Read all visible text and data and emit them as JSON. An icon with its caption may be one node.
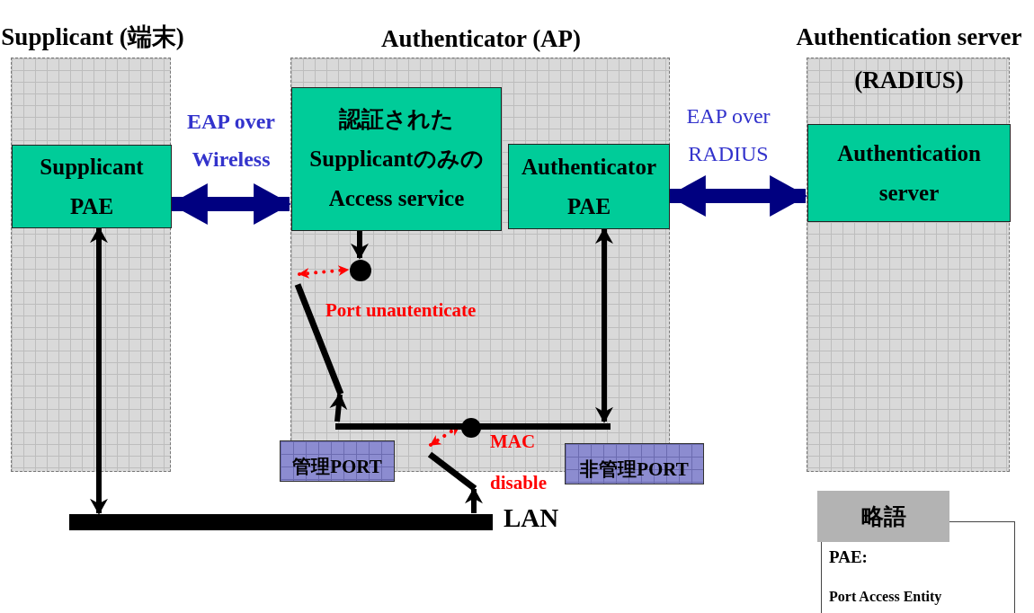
{
  "diagram": {
    "nodes": [
      {
        "text": [
          "Supplicant (端末)"
        ]
      },
      {
        "text": [
          "Authenticator (AP)"
        ]
      },
      {
        "text": [
          "Authentication server (RADIUS)"
        ]
      },
      {
        "text": [
          "Supplicant PAE"
        ],
        "in": 0
      },
      {
        "text": [
          "認証されたSupplicantのみのAccess service"
        ],
        "in": 1
      },
      {
        "text": [
          "Authenticator PAE"
        ],
        "in": 1
      },
      {
        "text": [
          "Authentication server"
        ],
        "in": 2
      },
      {
        "text": [],
        "shape": "circle",
        "in": 1
      },
      {
        "text": [],
        "shape": "circle",
        "in": 1
      },
      {
        "text": [],
        "shape": "bar",
        "beside": [
          "LAN"
        ]
      },
      {
        "text": [
          "管理PORT"
        ]
      },
      {
        "text": [
          "非管理PORT"
        ]
      },
      {
        "text": [
          "略語",
          "PAE:",
          "Port Access Entity"
        ]
      },
      {
        "text": [],
        "shape": "bar",
        "in": 1
      },
      {
        "text": [],
        "shape": "bar",
        "in": 1
      },
      {
        "text": [],
        "shape": "bar",
        "in": 1
      }
    ],
    "edges": [
      {
        "from": 3,
        "to": 4,
        "arrow": "both",
        "label": "EAP over Wireless",
        "style": "thick",
        "color": "#000080"
      },
      {
        "from": 5,
        "to": 6,
        "arrow": "both",
        "label": "EAP over RADIUS",
        "style": "thick",
        "color": "#000080"
      },
      {
        "from": 4,
        "to": 7,
        "arrow": "to"
      },
      {
        "from": 3,
        "to": 9,
        "arrow": "both"
      },
      {
        "from": 5,
        "to": 14,
        "arrow": "both"
      },
      {
        "from": 14,
        "to": 13,
        "arrow": "to"
      },
      {
        "from": 9,
        "to": 15,
        "arrow": "to"
      },
      {
        "from": 13,
        "to": 7,
        "arrow": "both",
        "style": "dashed",
        "color": "#ff0000"
      },
      {
        "from": 15,
        "to": 8,
        "arrow": "both",
        "style": "dashed",
        "color": "#ff0000"
      }
    ],
    "labels": [
      "Port unautenticate",
      "MAC disable"
    ]
  }
}
